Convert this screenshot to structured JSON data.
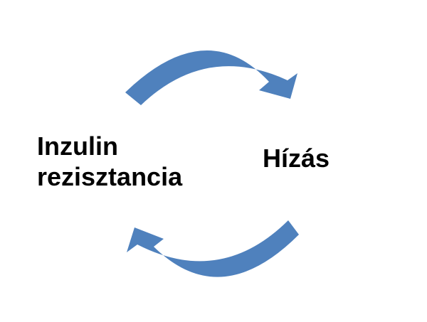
{
  "diagram": {
    "type": "cycle",
    "nodes": [
      {
        "id": "insulin",
        "line1": "Inzulin",
        "line2": "rezisztancia"
      },
      {
        "id": "obesity",
        "label": "Hízás"
      }
    ],
    "edges": [
      {
        "from": "insulin",
        "to": "obesity",
        "position": "top",
        "direction": "clockwise"
      },
      {
        "from": "obesity",
        "to": "insulin",
        "position": "bottom",
        "direction": "clockwise"
      }
    ],
    "colors": {
      "arrow": "#4f81bd",
      "text": "#000000",
      "background": "#ffffff"
    }
  }
}
